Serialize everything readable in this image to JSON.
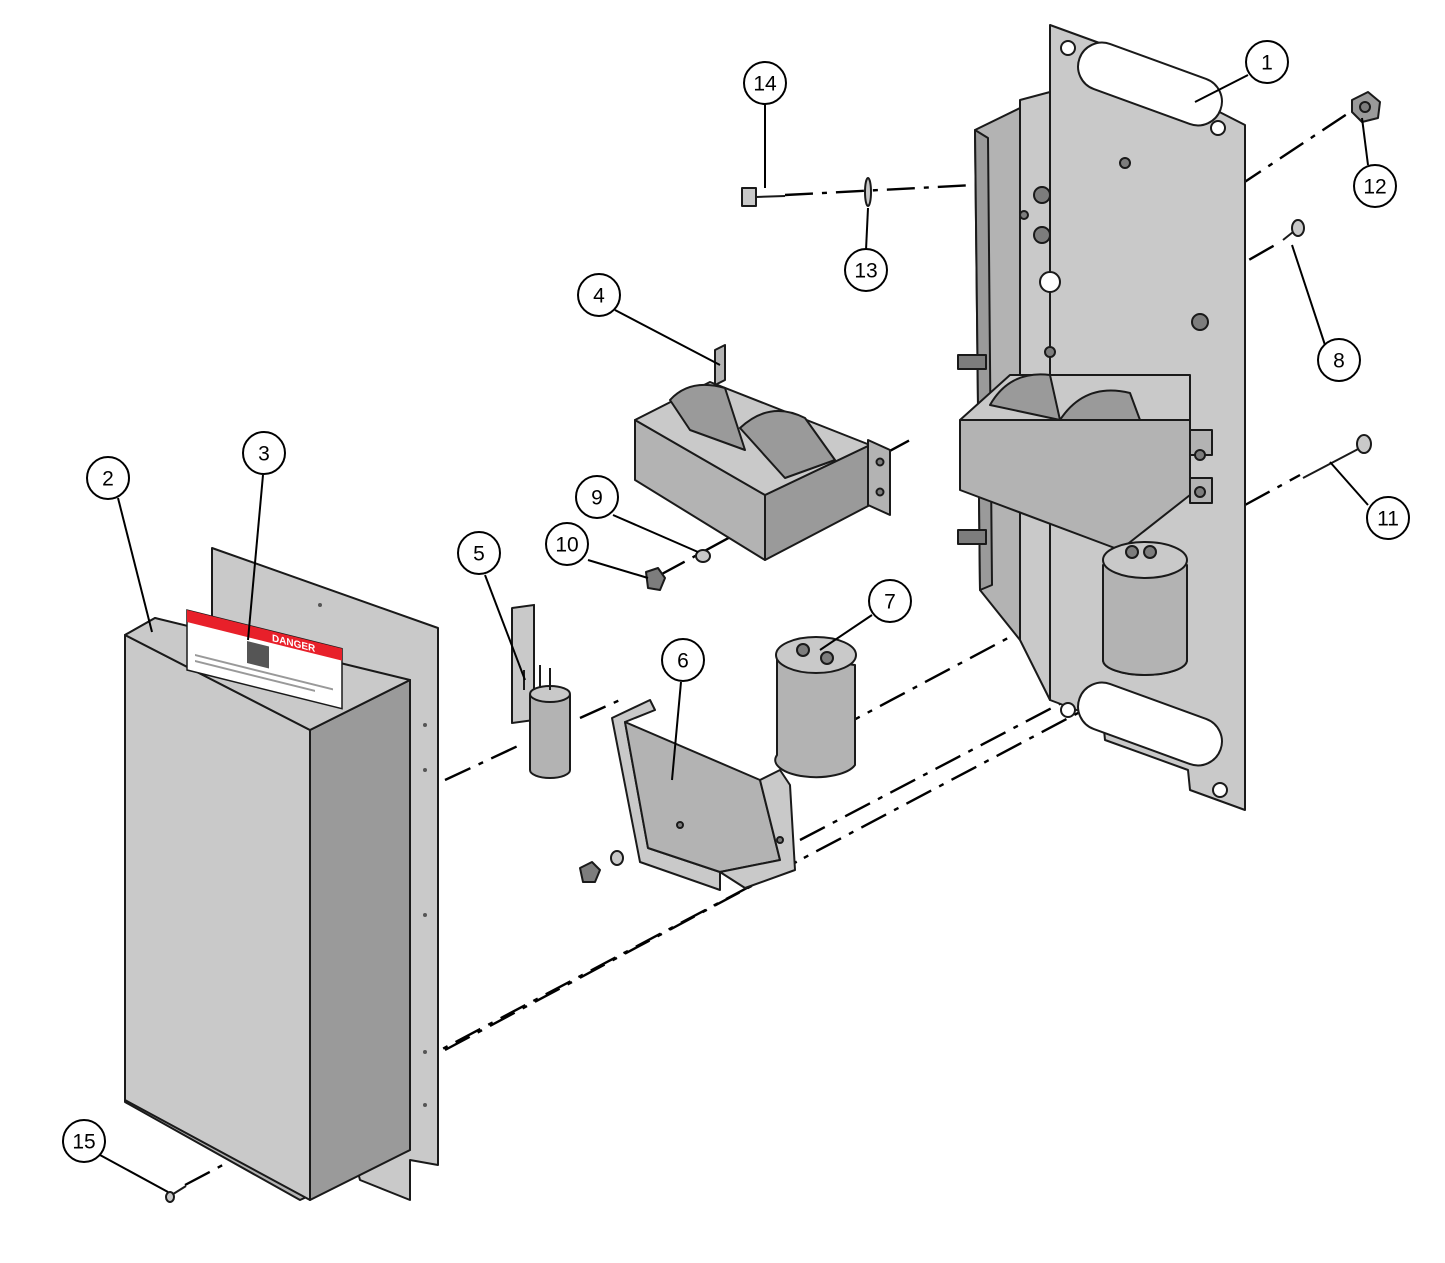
{
  "diagram": {
    "callouts": [
      {
        "id": "1",
        "label": "1"
      },
      {
        "id": "2",
        "label": "2"
      },
      {
        "id": "3",
        "label": "3"
      },
      {
        "id": "4",
        "label": "4"
      },
      {
        "id": "5",
        "label": "5"
      },
      {
        "id": "6",
        "label": "6"
      },
      {
        "id": "7",
        "label": "7"
      },
      {
        "id": "8",
        "label": "8"
      },
      {
        "id": "9",
        "label": "9"
      },
      {
        "id": "10",
        "label": "10"
      },
      {
        "id": "11",
        "label": "11"
      },
      {
        "id": "12",
        "label": "12"
      },
      {
        "id": "13",
        "label": "13"
      },
      {
        "id": "14",
        "label": "14"
      },
      {
        "id": "15",
        "label": "15"
      }
    ],
    "warning_label": {
      "banner_text": "DANGER",
      "banner_color": "#e8202a"
    },
    "colors": {
      "part_fill": "#b3b3b3",
      "outline": "#1a1a1a",
      "leader": "#000000"
    }
  }
}
